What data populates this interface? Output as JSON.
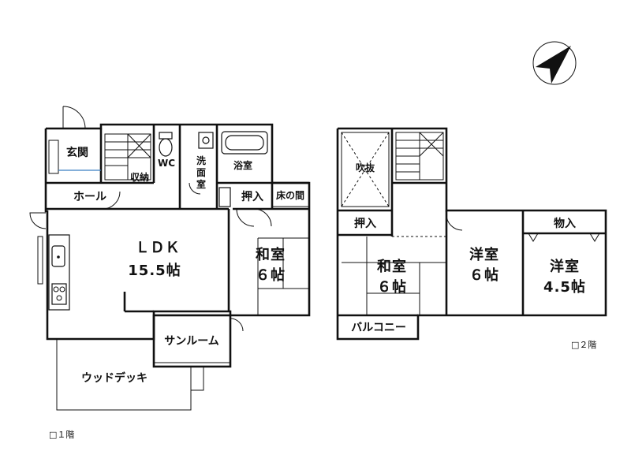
{
  "floor1": {
    "label": "□１階",
    "rooms": {
      "genkan": "玄関",
      "shuno": "収納",
      "wc": "WC",
      "senmen": "洗面室",
      "yokushitsu": "浴室",
      "hall": "ホール",
      "oshiire": "押入",
      "tokonoma": "床の間",
      "ldk_name": "ＬＤＫ",
      "ldk_size": "15.5帖",
      "washitsu_name": "和室",
      "washitsu_size": "６帖",
      "sunroom": "サンルーム",
      "wooddeck": "ウッドデッキ"
    }
  },
  "floor2": {
    "label": "□２階",
    "rooms": {
      "fukinuke": "吹抜",
      "oshiire": "押入",
      "washitsu_name": "和室",
      "washitsu_size": "６帖",
      "yoshitsu1_name": "洋室",
      "yoshitsu1_size": "６帖",
      "monoire": "物入",
      "yoshitsu2_name": "洋室",
      "yoshitsu2_size": "4.5帖",
      "balcony": "バルコニー"
    }
  },
  "compass": {
    "icon": "north-arrow-icon"
  }
}
